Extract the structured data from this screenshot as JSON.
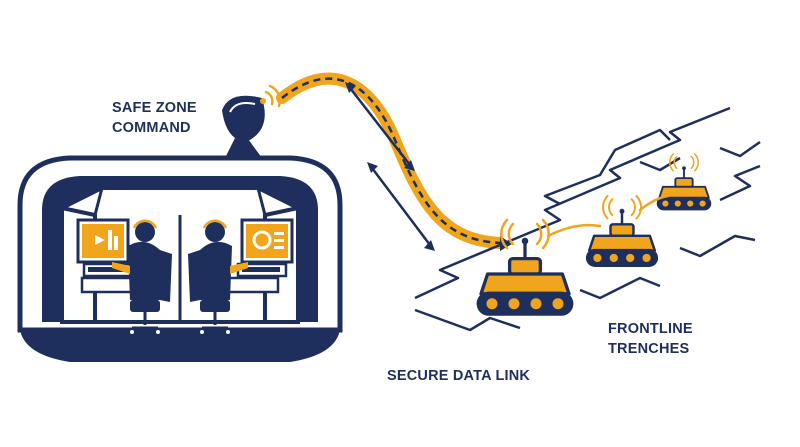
{
  "labels": {
    "command_line1": "SAFE ZONE",
    "command_line2": "COMMAND",
    "data_link": "SECURE DATA LINK",
    "trenches_line1": "FRONTLINE",
    "trenches_line2": "TRENCHES"
  },
  "colors": {
    "navy": "#1e2f5e",
    "accent": "#f0a51c",
    "background": "#ffffff"
  },
  "icons": [
    "satellite-dish-icon",
    "operator-icon",
    "monitor-icon",
    "robot-vehicle-icon",
    "antenna-signal-icon"
  ]
}
